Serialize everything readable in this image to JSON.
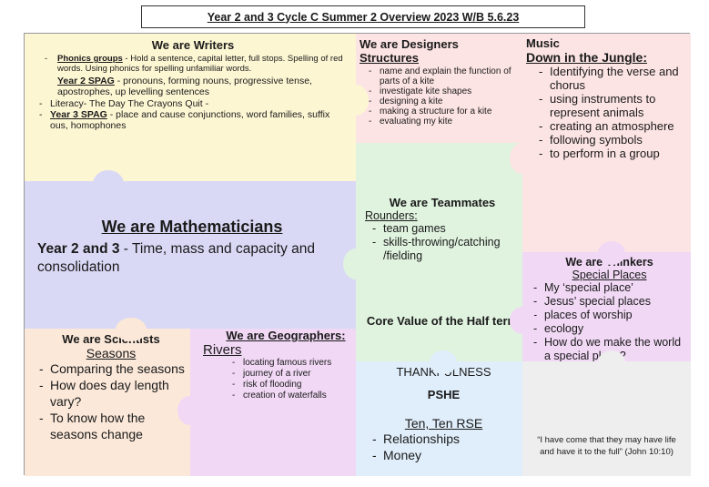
{
  "title": "Year 2 and 3 Cycle C Summer 2 Overview 2023 W/B 5.6.23",
  "writers": {
    "heading": "We are Writers",
    "phonics_label": "Phonics groups",
    "phonics_text": " - Hold a sentence, capital letter, full stops. Spelling of red words. Using phonics for spelling unfamiliar words.",
    "y2_label": "Year 2 SPAG",
    "y2_text": " - pronouns, forming nouns, progressive tense, apostrophes, up levelling sentences",
    "literacy": "Literacy- The Day The Crayons Quit -",
    "y3_label": "Year 3 SPAG",
    "y3_text": " - place and cause conjunctions, word families, suffix ous, homophones"
  },
  "designers": {
    "heading": "We are Designers",
    "subheading": "Structures",
    "items": [
      "name and explain the function of parts of a kite",
      "investigate kite shapes",
      "designing a kite",
      "making a structure for a kite",
      "evaluating my kite"
    ]
  },
  "music": {
    "heading": "Music",
    "subheading": "Down in the Jungle:",
    "items": [
      "Identifying the verse and chorus",
      "using instruments to represent animals",
      "creating an atmosphere",
      "following symbols",
      "to perform in a group"
    ]
  },
  "maths": {
    "heading": "We are Mathematicians",
    "label": "Year 2 and 3",
    "text": " - Time, mass and capacity and consolidation"
  },
  "teammates": {
    "heading": "We are Teammates",
    "subheading": "Rounders:",
    "items": [
      "team games",
      "skills-throwing/catching /fielding"
    ]
  },
  "core_value": {
    "heading": "Core Value of the Half term",
    "value": "THANKFULNESS"
  },
  "thinkers": {
    "heading": "We are Thinkers",
    "subheading": "Special Places",
    "items": [
      "My ‘special place’",
      "Jesus’ special places",
      "places of worship",
      "ecology",
      "How do we make the world a special place?"
    ]
  },
  "scientists": {
    "heading": "We are Scientists",
    "subheading": "Seasons",
    "items": [
      "Comparing the seasons",
      "How does day length vary?",
      "To know how the seasons change"
    ]
  },
  "geographers": {
    "heading": "We are Geographers:",
    "subheading": "Rivers",
    "items": [
      "locating famous rivers",
      "journey of a river",
      "risk of flooding",
      "creation of waterfalls"
    ]
  },
  "pshe": {
    "heading": "PSHE",
    "subheading": "Ten, Ten RSE",
    "items": [
      "Relationships",
      "Money"
    ]
  },
  "quote": {
    "text": "“I have come that they may have life and have it to the full” (John 10:10)"
  },
  "colors": {
    "yellow": "#fdf6d3",
    "lavender": "#d9d9f6",
    "pink": "#fde4e4",
    "green": "#e0f3df",
    "peach": "#fbe8d9",
    "violet": "#f1d8f5",
    "blue": "#e0eefb",
    "grey": "#eeeeee"
  }
}
